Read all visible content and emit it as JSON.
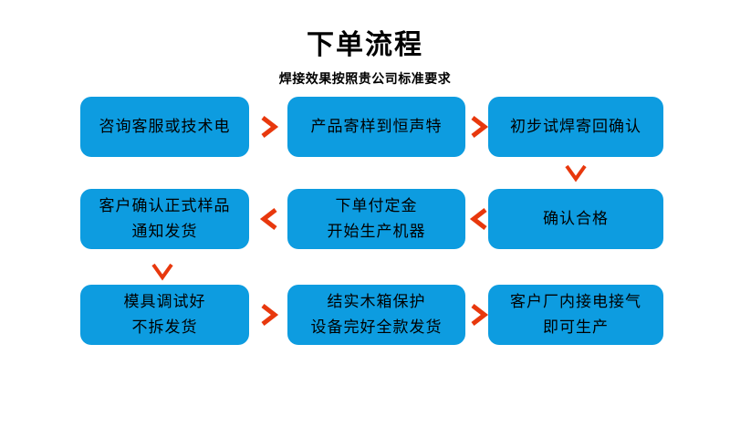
{
  "header": {
    "title": "下单流程",
    "subtitle": "焊接效果按照贵公司标准要求"
  },
  "colors": {
    "box_fill": "#0d9ce0",
    "arrow": "#e8380d",
    "text": "#000000",
    "background": "#ffffff"
  },
  "flow": {
    "row1": [
      {
        "id": "node-1",
        "lines": [
          "咨询客服或技术电"
        ]
      },
      {
        "id": "node-2",
        "lines": [
          "产品寄样到恒声特"
        ]
      },
      {
        "id": "node-3",
        "lines": [
          "初步试焊寄回确认"
        ]
      }
    ],
    "row2": [
      {
        "id": "node-4",
        "lines": [
          "客户确认正式样品",
          "通知发货"
        ]
      },
      {
        "id": "node-5",
        "lines": [
          "下单付定金",
          "开始生产机器"
        ]
      },
      {
        "id": "node-6",
        "lines": [
          "确认合格"
        ]
      }
    ],
    "row3": [
      {
        "id": "node-7",
        "lines": [
          "模具调试好",
          "不拆发货"
        ]
      },
      {
        "id": "node-8",
        "lines": [
          "结实木箱保护",
          "设备完好全款发货"
        ]
      },
      {
        "id": "node-9",
        "lines": [
          "客户厂内接电接气",
          "即可生产"
        ]
      }
    ],
    "connectors": [
      {
        "id": "connector-r1-a-b",
        "icon": "chevron-right-icon",
        "glyph": ">"
      },
      {
        "id": "connector-r1-b-c",
        "icon": "chevron-right-icon",
        "glyph": ">"
      },
      {
        "id": "connector-r1c-r2c",
        "icon": "chevron-down-icon",
        "glyph": "V"
      },
      {
        "id": "connector-r2-c-b",
        "icon": "chevron-left-icon",
        "glyph": "<"
      },
      {
        "id": "connector-r2-b-a",
        "icon": "chevron-left-icon",
        "glyph": "<"
      },
      {
        "id": "connector-r2a-r3a",
        "icon": "chevron-down-icon",
        "glyph": "V"
      },
      {
        "id": "connector-r3-a-b",
        "icon": "chevron-right-icon",
        "glyph": ">"
      },
      {
        "id": "connector-r3-b-c",
        "icon": "chevron-right-icon",
        "glyph": ">"
      }
    ]
  }
}
